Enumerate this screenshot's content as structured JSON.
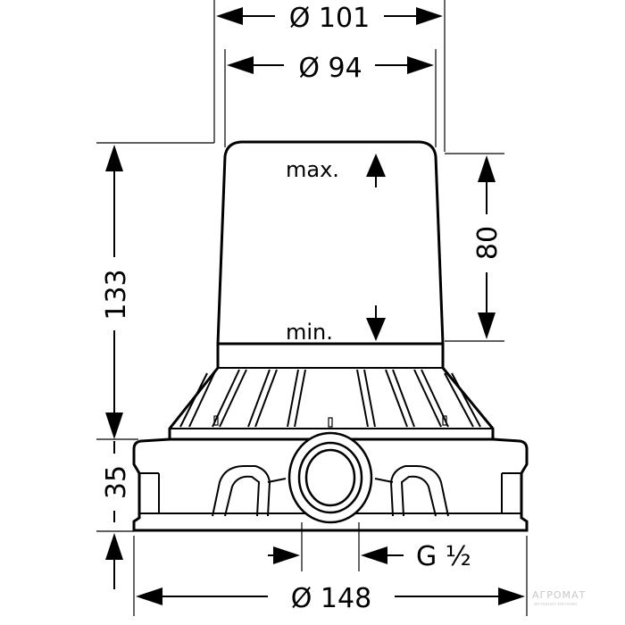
{
  "dimensions": {
    "outer_diameter": "Ø 101",
    "inner_diameter": "Ø 94",
    "total_height": "133",
    "adjust_range": "80",
    "base_height": "35",
    "thread": "G ½",
    "base_diameter": "Ø 148"
  },
  "markers": {
    "max": "max.",
    "min": "min."
  },
  "watermark": {
    "name": "AГРОМАТ",
    "subtitle": "интернет-магазин"
  }
}
